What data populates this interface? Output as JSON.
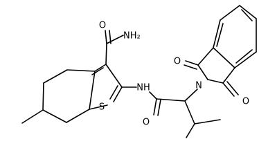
{
  "molecule": {
    "atom_labels": {
      "amide_n": "NH₂",
      "amide_o": "O",
      "linker_nh": "NH",
      "sulfur": "S",
      "linker_o": "O",
      "imide_n": "N",
      "imide_o_top": "O",
      "imide_o_bottom": "O"
    }
  }
}
